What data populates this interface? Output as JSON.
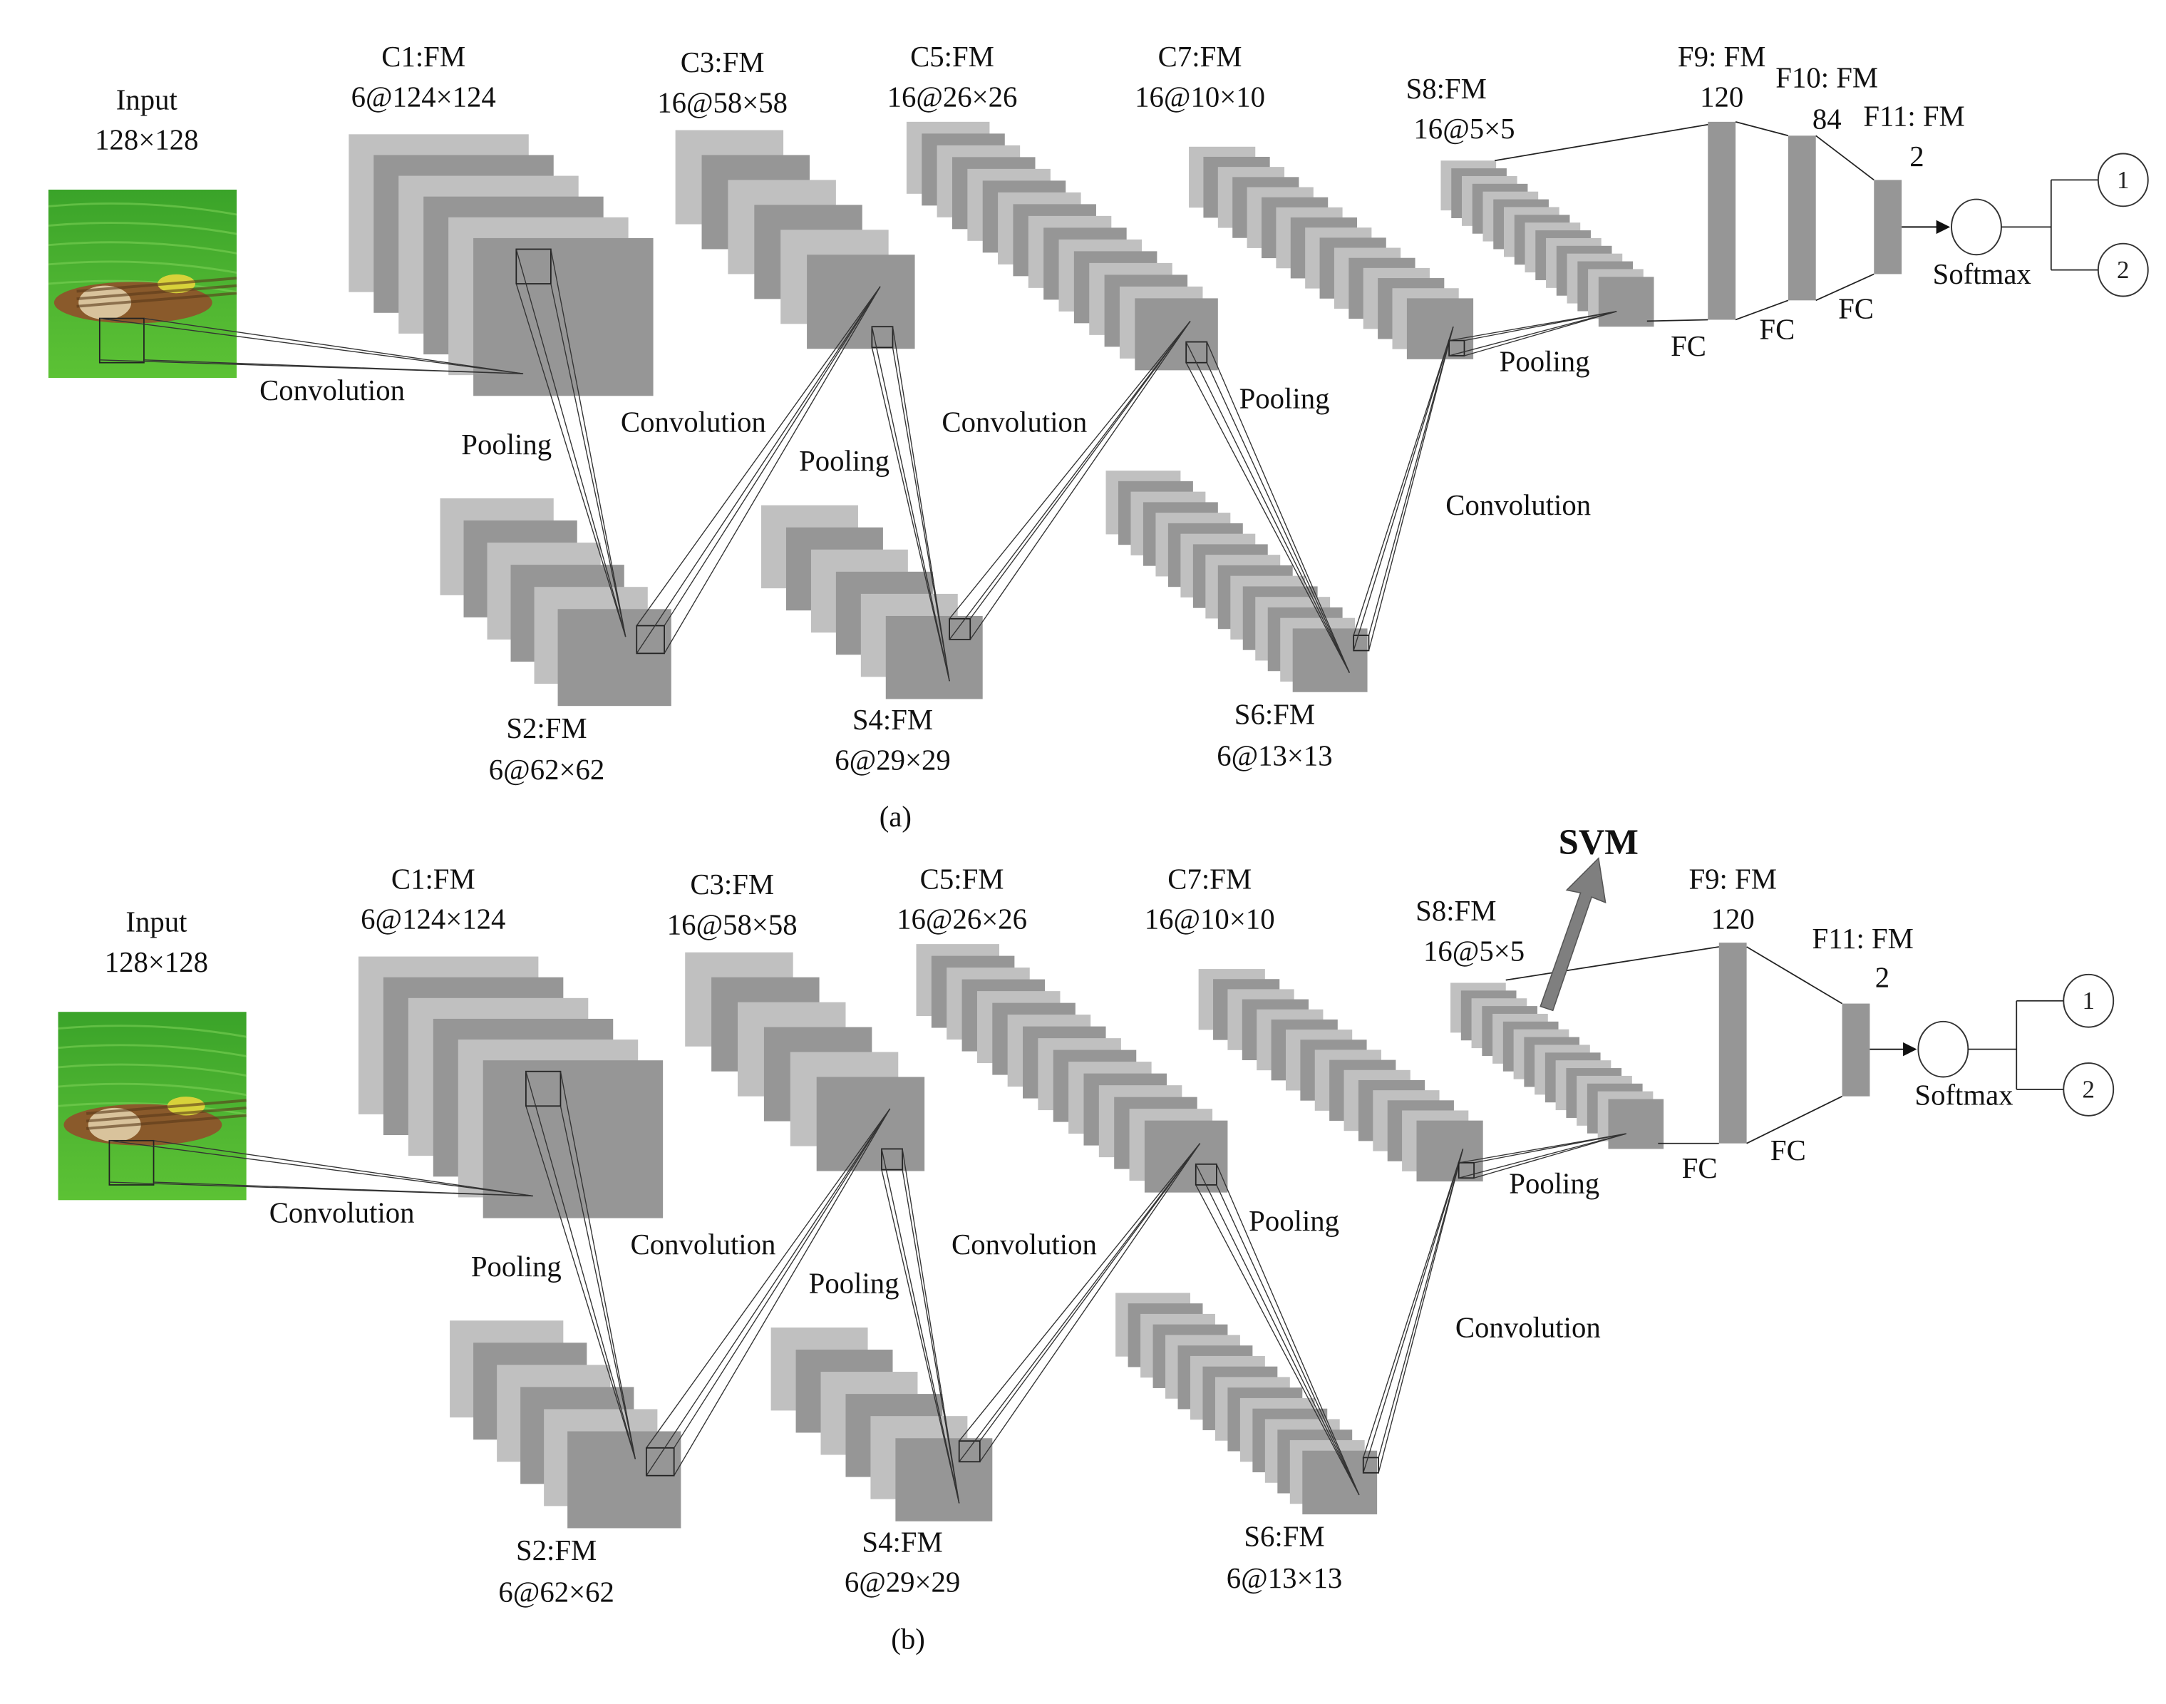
{
  "colors": {
    "map_light": "#c0c0c0",
    "map_dark": "#969696",
    "svm_arrow": "#7f7f7f",
    "line": "#222222"
  },
  "panels": [
    {
      "id": "a",
      "caption": "(a)",
      "input": {
        "title": "Input",
        "size": "128×128",
        "icon": "leaf-lesion-image"
      },
      "layers": [
        {
          "key": "c1",
          "title": "C1:FM",
          "size": "6@124×124",
          "maps": 6
        },
        {
          "key": "s2",
          "title": "S2:FM",
          "size": "6@62×62",
          "maps": 6
        },
        {
          "key": "c3",
          "title": "C3:FM",
          "size": "16@58×58",
          "maps": 6
        },
        {
          "key": "s4",
          "title": "S4:FM",
          "size": "6@29×29",
          "maps": 6
        },
        {
          "key": "c5",
          "title": "C5:FM",
          "size": "16@26×26",
          "maps": 16
        },
        {
          "key": "s6",
          "title": "S6:FM",
          "size": "6@13×13",
          "maps": 16
        },
        {
          "key": "c7",
          "title": "C7:FM",
          "size": "16@10×10",
          "maps": 16
        },
        {
          "key": "s8",
          "title": "S8:FM",
          "size": "16@5×5",
          "maps": 16
        }
      ],
      "fc_layers": [
        {
          "key": "f9",
          "title": "F9: FM",
          "units": "120"
        },
        {
          "key": "f10",
          "title": "F10: FM",
          "units": "84"
        },
        {
          "key": "f11",
          "title": "F11: FM",
          "units": "2"
        }
      ],
      "operations": [
        "Convolution",
        "Pooling",
        "Convolution",
        "Pooling",
        "Convolution",
        "Pooling",
        "Convolution",
        "Pooling"
      ],
      "fc_labels": [
        "FC",
        "FC",
        "FC"
      ],
      "softmax": "Softmax",
      "outputs": [
        "1",
        "2"
      ]
    },
    {
      "id": "b",
      "caption": "(b)",
      "input": {
        "title": "Input",
        "size": "128×128",
        "icon": "leaf-lesion-image"
      },
      "layers": [
        {
          "key": "c1",
          "title": "C1:FM",
          "size": "6@124×124",
          "maps": 6
        },
        {
          "key": "s2",
          "title": "S2:FM",
          "size": "6@62×62",
          "maps": 6
        },
        {
          "key": "c3",
          "title": "C3:FM",
          "size": "16@58×58",
          "maps": 6
        },
        {
          "key": "s4",
          "title": "S4:FM",
          "size": "6@29×29",
          "maps": 6
        },
        {
          "key": "c5",
          "title": "C5:FM",
          "size": "16@26×26",
          "maps": 16
        },
        {
          "key": "s6",
          "title": "S6:FM",
          "size": "6@13×13",
          "maps": 16
        },
        {
          "key": "c7",
          "title": "C7:FM",
          "size": "16@10×10",
          "maps": 16
        },
        {
          "key": "s8",
          "title": "S8:FM",
          "size": "16@5×5",
          "maps": 16
        }
      ],
      "fc_layers": [
        {
          "key": "f9",
          "title": "F9: FM",
          "units": "120"
        },
        {
          "key": "f11",
          "title": "F11: FM",
          "units": "2"
        }
      ],
      "operations": [
        "Convolution",
        "Pooling",
        "Convolution",
        "Pooling",
        "Convolution",
        "Pooling",
        "Convolution",
        "Pooling"
      ],
      "fc_labels": [
        "FC",
        "FC"
      ],
      "softmax": "Softmax",
      "outputs": [
        "1",
        "2"
      ],
      "svm_label": "SVM"
    }
  ]
}
